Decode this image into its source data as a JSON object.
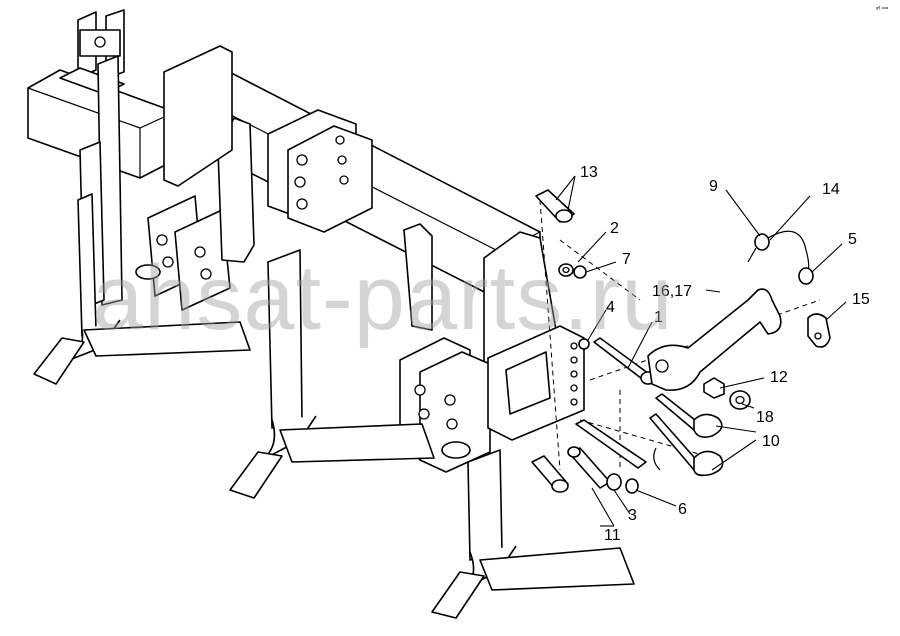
{
  "watermark": "ahsat-parts.ru",
  "corner_mark": "g¶ ooa",
  "callouts": [
    {
      "id": "13",
      "text": "13"
    },
    {
      "id": "2",
      "text": "2"
    },
    {
      "id": "7",
      "text": "7"
    },
    {
      "id": "4",
      "text": "4"
    },
    {
      "id": "1",
      "text": "1"
    },
    {
      "id": "16-17",
      "text": "16,17"
    },
    {
      "id": "9",
      "text": "9"
    },
    {
      "id": "14",
      "text": "14"
    },
    {
      "id": "5",
      "text": "5"
    },
    {
      "id": "15",
      "text": "15"
    },
    {
      "id": "12",
      "text": "12"
    },
    {
      "id": "18",
      "text": "18"
    },
    {
      "id": "10",
      "text": "10"
    },
    {
      "id": "6",
      "text": "6"
    },
    {
      "id": "3",
      "text": "3"
    },
    {
      "id": "11",
      "text": "11"
    }
  ]
}
